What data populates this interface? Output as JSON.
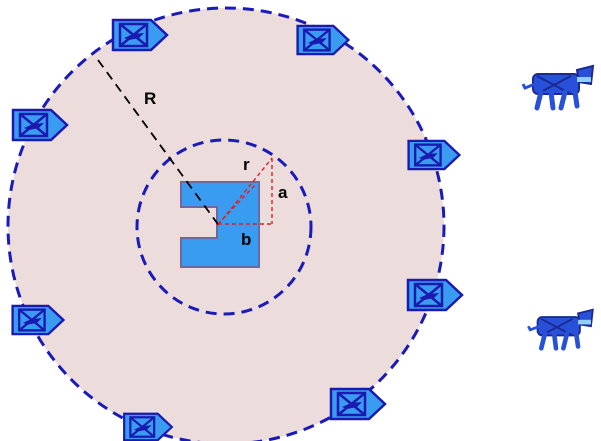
{
  "labels": {
    "outer_radius": "R",
    "inner_radius": "r",
    "vertical_offset": "a",
    "horizontal_offset": "b"
  },
  "colors": {
    "zone_fill": "#ecdcdc",
    "boundary_stroke": "#1a1ab8",
    "outer_radius_line": "#000000",
    "triangle_lines": "#e02020",
    "target_fill": "#3a9cf0",
    "target_stroke": "#6a6aa0",
    "sensor_fill": "#3a9cf0",
    "sensor_stroke": "#1a1ab0",
    "robot_fill": "#2850d8"
  },
  "icons": {
    "target": "target-block-icon",
    "sensor": "sensor-tag-icon",
    "robot": "quadruped-robot-icon"
  }
}
